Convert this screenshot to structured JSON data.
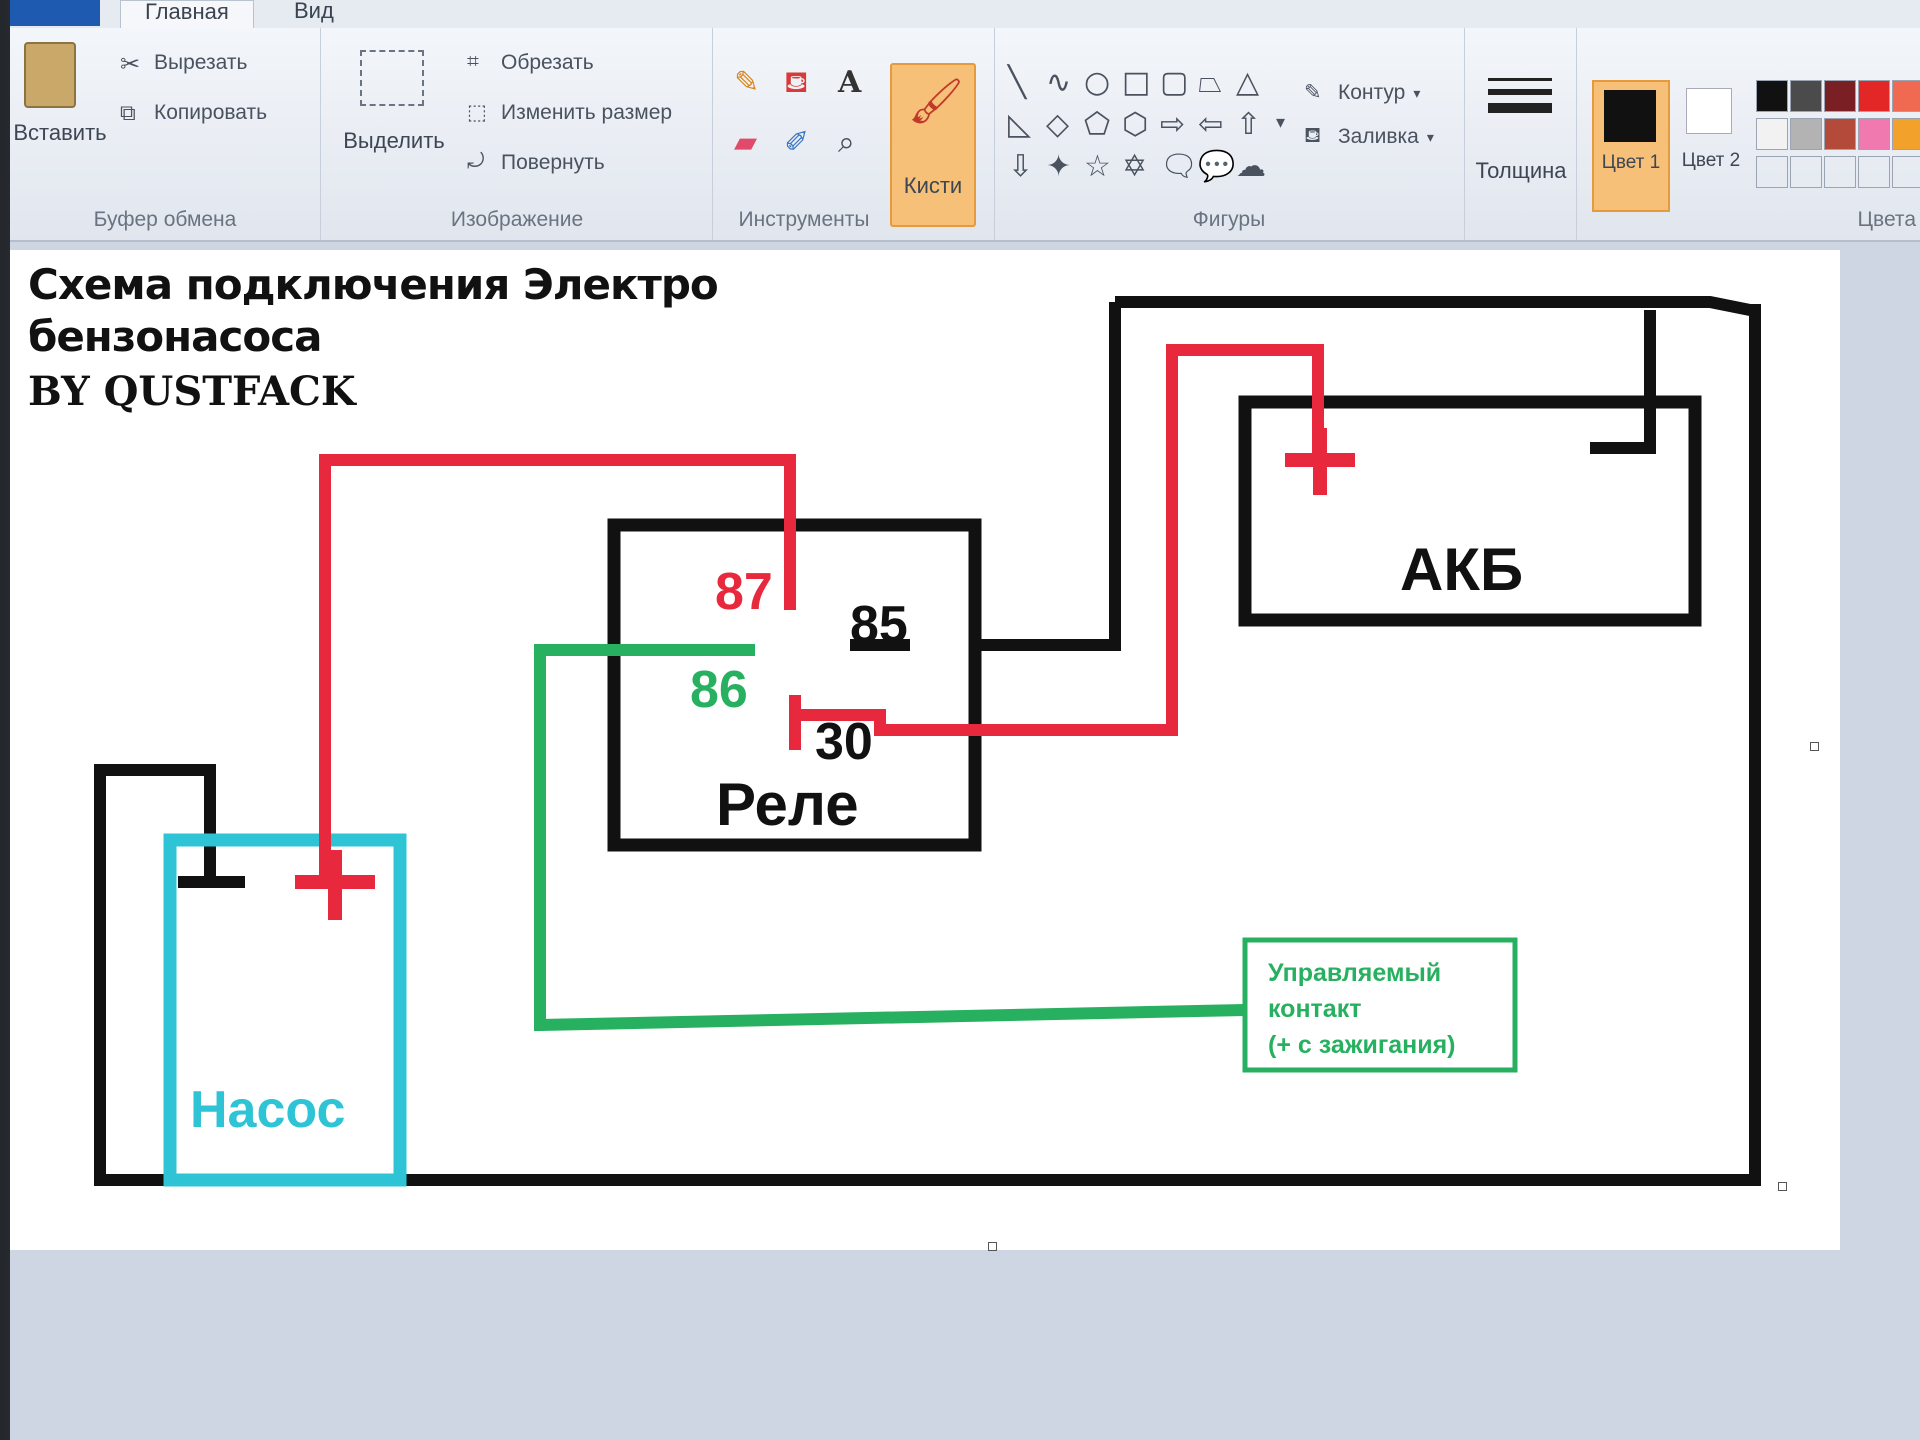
{
  "tabs": {
    "home": "Главная",
    "view": "Вид"
  },
  "clipboard": {
    "paste": "Вставить",
    "cut": "Вырезать",
    "copy": "Копировать",
    "group_title": "Буфер обмена"
  },
  "image": {
    "select": "Выделить",
    "crop": "Обрезать",
    "resize": "Изменить размер",
    "rotate": "Повернуть",
    "group_title": "Изображение"
  },
  "tools": {
    "group_title": "Инструменты",
    "brushes": "Кисти"
  },
  "shapes": {
    "group_title": "Фигуры",
    "outline": "Контур",
    "fill": "Заливка"
  },
  "size": {
    "label": "Толщина"
  },
  "colors": {
    "color1": "Цвет 1",
    "color2": "Цвет 2",
    "group_title": "Цвета",
    "palette": [
      "#111111",
      "#4b4b4b",
      "#7a1f24",
      "#e32626",
      "#f06a52",
      "#f2f2f2",
      "#b3b3b3",
      "#b34a3a",
      "#f07ab0",
      "#f2a22a"
    ]
  },
  "drawing": {
    "title_line1": "Схема подключения Электро",
    "title_line2": "бензонасоса",
    "author": "BY QUSTFACK",
    "relay_label": "Реле",
    "pin_87": "87",
    "pin_85": "85",
    "pin_86": "86",
    "pin_30": "30",
    "battery_label": "АКБ",
    "pump_label": "Насос",
    "plus": "+",
    "switch_line1": "Управляемый",
    "switch_line2": "контакт",
    "switch_line3": "(+ с зажигания)",
    "wire_colors": {
      "positive": "#e8283c",
      "ground": "#111111",
      "control": "#27b05f",
      "pump": "#2fc3d6"
    }
  }
}
